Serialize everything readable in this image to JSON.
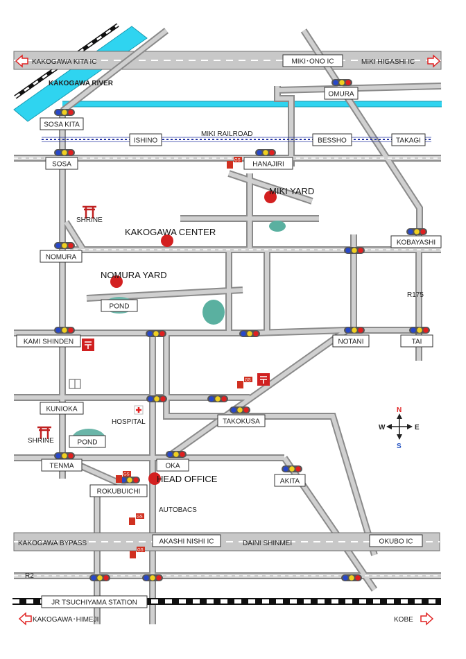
{
  "directions": {
    "north_west": "KAKOGAWA KITA IC",
    "north_mid": "MIKI･ONO IC",
    "north_east": "MIKI HIGASHI IC",
    "south_west": "KAKOGAWA･HIMEJI",
    "south_east": "KOBE"
  },
  "features": {
    "river": "KAKOGAWA RIVER",
    "railroad": "MIKI RAILROAD",
    "route_r175": "R175",
    "route_r2": "R2",
    "bypass": "KAKOGAWA BYPASS",
    "daini_shinmei": "DAINI SHINMEI",
    "autobacs": "AUTOBACS",
    "hospital": "HOSPITAL",
    "shrine_1": "SHRINE",
    "shrine_2": "SHRINE",
    "pond_1": "POND",
    "pond_2": "POND",
    "gs": "GS"
  },
  "intersections": {
    "omura": "OMURA",
    "sosa_kita": "SOSA KITA",
    "sosa": "SOSA",
    "hanajiri": "HANAJIRI",
    "nomura": "NOMURA",
    "kobayashi": "KOBAYASHI",
    "kami_shinden": "KAMI SHINDEN",
    "notani": "NOTANI",
    "tai": "TAI",
    "kunioka": "KUNIOKA",
    "takokusa": "TAKOKUSA",
    "tenma": "TENMA",
    "oka": "OKA",
    "akita": "AKITA",
    "rokubuichi": "ROKUBUICHI",
    "akashi_nishi_ic": "AKASHI NISHI IC",
    "okubo_ic": "OKUBO IC"
  },
  "stations": {
    "ishino": "ISHINO",
    "bessho": "BESSHO",
    "takagi": "TAKAGI",
    "jr_tsuchiyama": "JR TSUCHIYAMA STATION"
  },
  "locations": {
    "miki_yard": "MIKI YARD",
    "kakogawa_center": "KAKOGAWA CENTER",
    "nomura_yard": "NOMURA YARD",
    "head_office": "HEAD OFFICE"
  },
  "compass": {
    "n": "N",
    "s": "S",
    "e": "E",
    "w": "W"
  },
  "colors": {
    "road_fill": "#c8c8c8",
    "road_edge": "#808080",
    "river": "#2fd4f0",
    "location_marker": "#d32020",
    "compass_n": "#e02020",
    "compass_s": "#2050c0"
  }
}
